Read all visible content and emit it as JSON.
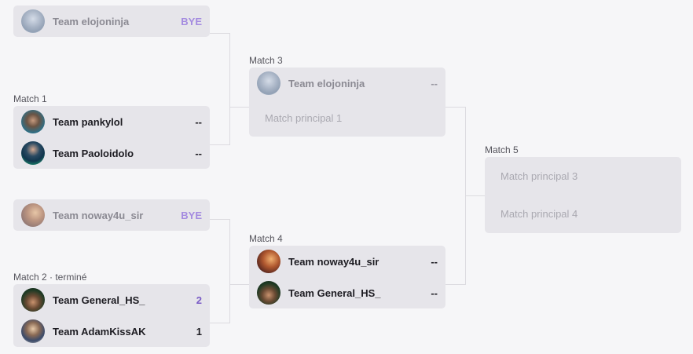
{
  "colors": {
    "background": "#f6f6f8",
    "card": "#e6e5ea",
    "winner_score": "#7a5cc6",
    "bye": "#a48be0",
    "connector": "#dcdbe0"
  },
  "round1": {
    "bye_top": {
      "team": "Team elojoninja",
      "score": "BYE",
      "avatar": "ninja-avatar-icon"
    },
    "match1": {
      "label": "Match 1",
      "teams": [
        {
          "name": "Team pankylol",
          "score": "--",
          "avatar": "pankylol-avatar"
        },
        {
          "name": "Team Paoloidolo",
          "score": "--",
          "avatar": "paoloidolo-avatar"
        }
      ]
    },
    "bye_bottom": {
      "team": "Team noway4u_sir",
      "score": "BYE",
      "avatar": "noway4u-avatar"
    },
    "match2": {
      "label": "Match 2 · terminé",
      "teams": [
        {
          "name": "Team General_HS_",
          "score": "2",
          "avatar": "general-hs-avatar"
        },
        {
          "name": "Team AdamKissAK",
          "score": "1",
          "avatar": "adamkiss-avatar"
        }
      ]
    }
  },
  "round2": {
    "match3": {
      "label": "Match 3",
      "team": {
        "name": "Team elojoninja",
        "score": "--"
      },
      "placeholder": "Match principal 1"
    },
    "match4": {
      "label": "Match 4",
      "teams": [
        {
          "name": "Team noway4u_sir",
          "score": "--"
        },
        {
          "name": "Team General_HS_",
          "score": "--"
        }
      ]
    }
  },
  "round3": {
    "match5": {
      "label": "Match 5",
      "placeholders": [
        "Match principal 3",
        "Match principal 4"
      ]
    }
  }
}
